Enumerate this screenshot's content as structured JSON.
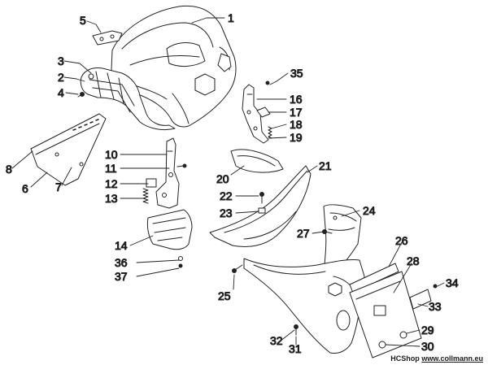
{
  "footer": {
    "brand": "HCShop",
    "site": "www.collmann.eu"
  },
  "callouts": [
    "1",
    "2",
    "3",
    "4",
    "5",
    "6",
    "7",
    "8",
    "10",
    "11",
    "12",
    "13",
    "14",
    "16",
    "17",
    "18",
    "19",
    "20",
    "21",
    "22",
    "23",
    "24",
    "25",
    "26",
    "27",
    "28",
    "29",
    "30",
    "31",
    "32",
    "33",
    "34",
    "35",
    "36",
    "37"
  ]
}
